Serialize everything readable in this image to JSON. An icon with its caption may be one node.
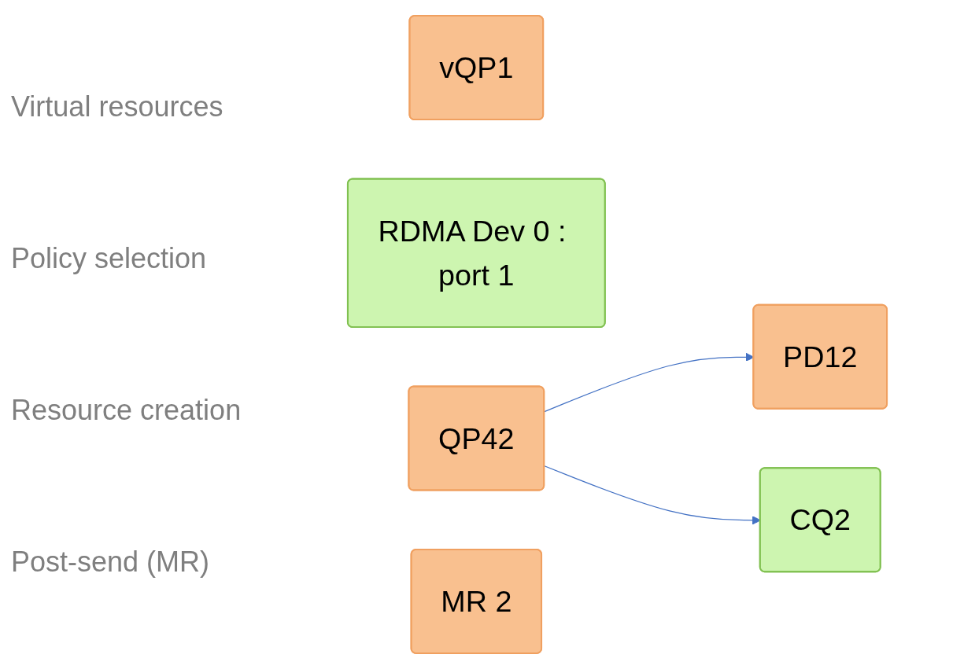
{
  "diagram": {
    "nodes": [
      {
        "text": [
          "vQP1"
        ]
      },
      {
        "text": [
          "RDMA Dev 0 : port 1"
        ]
      },
      {
        "text": [
          "QP42"
        ]
      },
      {
        "text": [
          "PD12"
        ]
      },
      {
        "text": [
          "CQ2"
        ]
      },
      {
        "text": [
          "MR 2"
        ]
      }
    ],
    "edges": [
      {
        "from": 2,
        "to": 3,
        "arrow": "to",
        "color": "#4472c4"
      },
      {
        "from": 2,
        "to": 4,
        "arrow": "to",
        "color": "#4472c4"
      }
    ],
    "labels": [
      "Virtual resources",
      "Policy selection",
      "Resource creation",
      "Post-send (MR)"
    ]
  }
}
